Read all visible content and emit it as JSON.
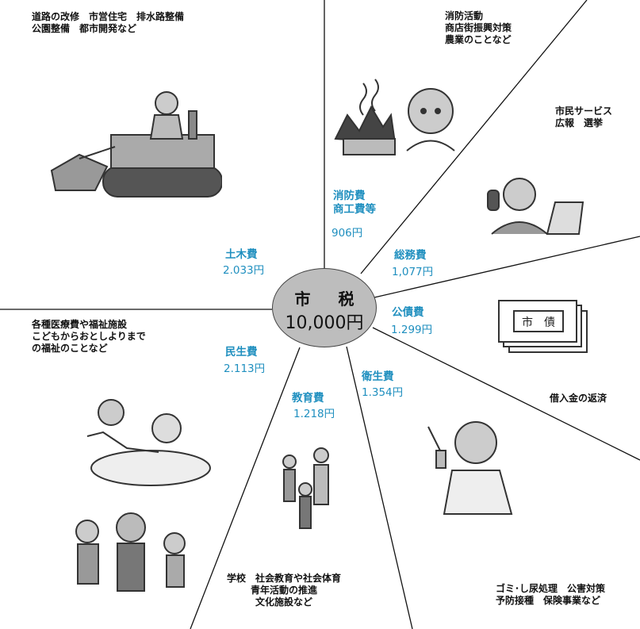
{
  "center": {
    "title": "市 税",
    "amount": "10,000円"
  },
  "segments": [
    {
      "id": "doboku",
      "label": "土木費",
      "amount": "2.033円",
      "description": "道路の改修　市営住宅　排水路整備\n公園整備　都市開発など",
      "icon": "bulldozer-icon"
    },
    {
      "id": "shobo",
      "label": "消防費\n商工費等",
      "amount": "906円",
      "description": "消防活動\n商店街振興対策\n農業のことなど",
      "icon": "fire-icon"
    },
    {
      "id": "somu",
      "label": "総務費",
      "amount": "1,077円",
      "description": "市民サービス\n広報　選挙",
      "icon": "office-worker-icon"
    },
    {
      "id": "kosai",
      "label": "公債費",
      "amount": "1.299円",
      "description": "借入金の返済",
      "icon": "bond-certificate-icon",
      "icon_text": "市　債"
    },
    {
      "id": "eisei",
      "label": "衛生費",
      "amount": "1.354円",
      "description": "ゴミ･し尿処理　公害対策\n予防接種　保険事業など",
      "icon": "doctor-icon"
    },
    {
      "id": "kyoiku",
      "label": "教育費",
      "amount": "1.218円",
      "description": "学校　社会教育や社会体育\n青年活動の推進\n文化施設など",
      "icon": "family-icon"
    },
    {
      "id": "minsei",
      "label": "民生費",
      "amount": "2.113円",
      "description": "各種医療費や福祉施設\nこどもからおとしよりまで\nの福祉のことなど",
      "icon": "welfare-care-icon"
    }
  ],
  "colors": {
    "label": "#1f8fbf",
    "text": "#111111",
    "center_fill": "#bdbdbd"
  }
}
